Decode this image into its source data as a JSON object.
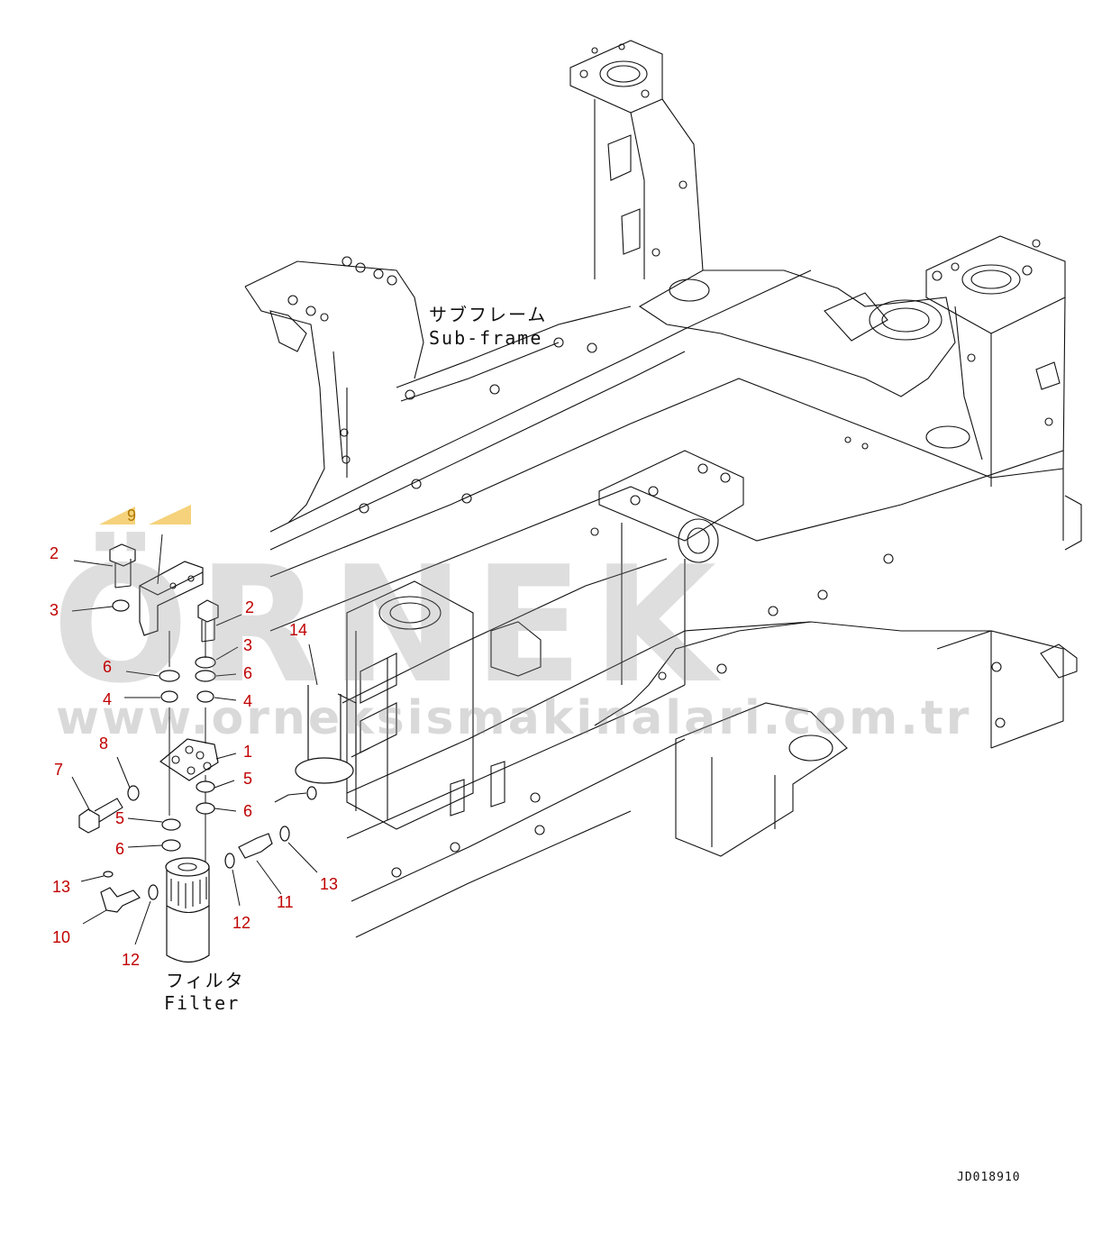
{
  "labels": {
    "subframe_jp": "サブフレーム",
    "subframe_en": "Sub-frame",
    "filter_jp": "フィルタ",
    "filter_en": "Filter",
    "drawing_id": "JD018910"
  },
  "watermark": {
    "brand": "ÖRNEK",
    "url": "www.orneksismakinalari.com.tr",
    "color": "#8a8a8a"
  },
  "callouts": [
    {
      "id": "c9",
      "text": "9",
      "color": "gold"
    },
    {
      "id": "c2a",
      "text": "2",
      "color": "red"
    },
    {
      "id": "c3a",
      "text": "3",
      "color": "red"
    },
    {
      "id": "c2b",
      "text": "2",
      "color": "red"
    },
    {
      "id": "c3b",
      "text": "3",
      "color": "red"
    },
    {
      "id": "c6a",
      "text": "6",
      "color": "red"
    },
    {
      "id": "c6b",
      "text": "6",
      "color": "red"
    },
    {
      "id": "c4a",
      "text": "4",
      "color": "red"
    },
    {
      "id": "c4b",
      "text": "4",
      "color": "red"
    },
    {
      "id": "c14",
      "text": "14",
      "color": "red"
    },
    {
      "id": "c1",
      "text": "1",
      "color": "red"
    },
    {
      "id": "c8",
      "text": "8",
      "color": "red"
    },
    {
      "id": "c7",
      "text": "7",
      "color": "red"
    },
    {
      "id": "c5a",
      "text": "5",
      "color": "red"
    },
    {
      "id": "c5b",
      "text": "5",
      "color": "red"
    },
    {
      "id": "c6c",
      "text": "6",
      "color": "red"
    },
    {
      "id": "c6d",
      "text": "6",
      "color": "red"
    },
    {
      "id": "c13a",
      "text": "13",
      "color": "red"
    },
    {
      "id": "c13b",
      "text": "13",
      "color": "red"
    },
    {
      "id": "c10",
      "text": "10",
      "color": "red"
    },
    {
      "id": "c11",
      "text": "11",
      "color": "red"
    },
    {
      "id": "c12a",
      "text": "12",
      "color": "red"
    },
    {
      "id": "c12b",
      "text": "12",
      "color": "red"
    }
  ],
  "colors": {
    "callout_red": "#c00000",
    "callout_gold": "#b07800",
    "line": "#111111"
  }
}
